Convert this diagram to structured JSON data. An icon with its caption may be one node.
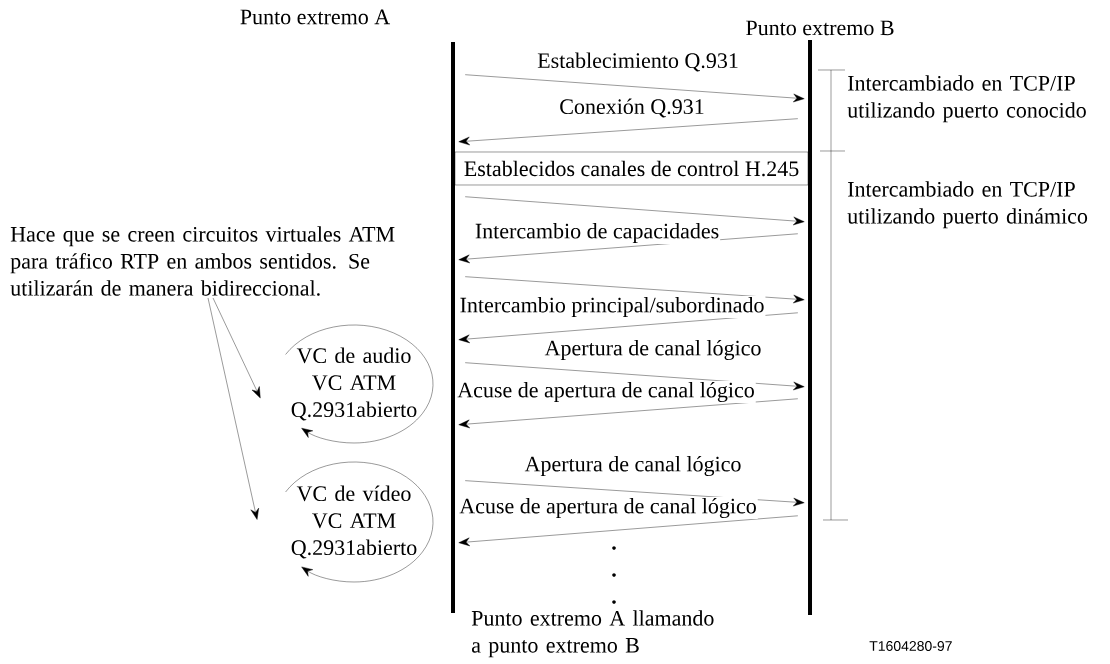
{
  "diagram": {
    "nodes": [
      {
        "text": [
          "Punto extremo A"
        ]
      },
      {
        "text": [
          "Punto extremo B"
        ]
      },
      {
        "text": [
          "Establecidos canales de control H.245"
        ]
      },
      {
        "text": [
          "Hace que se creen circuitos virtuales ATM para tráfico RTP en ambos sentidos. Se utilizarán de manera bidireccional."
        ]
      },
      {
        "text": [
          "VC de audio VC ATM Q.2931abierto"
        ]
      },
      {
        "text": [
          "VC de vídeo VC ATM Q.2931abierto"
        ]
      }
    ],
    "edges": [
      {
        "from": 0,
        "to": 1,
        "arrow": "to",
        "label": "Establecimiento Q.931"
      },
      {
        "from": 1,
        "to": 0,
        "arrow": "to",
        "label": "Conexión Q.931"
      },
      {
        "from": 0,
        "to": 1,
        "arrow": "to",
        "label": "Intercambio de capacidades"
      },
      {
        "from": 1,
        "to": 0,
        "arrow": "to"
      },
      {
        "from": 0,
        "to": 1,
        "arrow": "to",
        "label": "Intercambio principal/subordinado"
      },
      {
        "from": 1,
        "to": 0,
        "arrow": "to"
      },
      {
        "from": 0,
        "to": 1,
        "arrow": "to",
        "label": "Apertura de canal lógico"
      },
      {
        "from": 1,
        "to": 0,
        "arrow": "to",
        "label": "Acuse de apertura de canal lógico"
      },
      {
        "from": 0,
        "to": 1,
        "arrow": "to",
        "label": "Apertura de canal lógico"
      },
      {
        "from": 1,
        "to": 0,
        "arrow": "to",
        "label": "Acuse de apertura de canal lógico"
      },
      {
        "from": 3,
        "to": 4,
        "arrow": "to"
      },
      {
        "from": 3,
        "to": 5,
        "arrow": "to"
      }
    ],
    "labels": [
      "Intercambiado en TCP/IP utilizando puerto conocido",
      "Intercambiado en TCP/IP utilizando puerto dinámico",
      "Punto extremo A llamando a punto extremo B",
      "T1604280-97"
    ]
  }
}
